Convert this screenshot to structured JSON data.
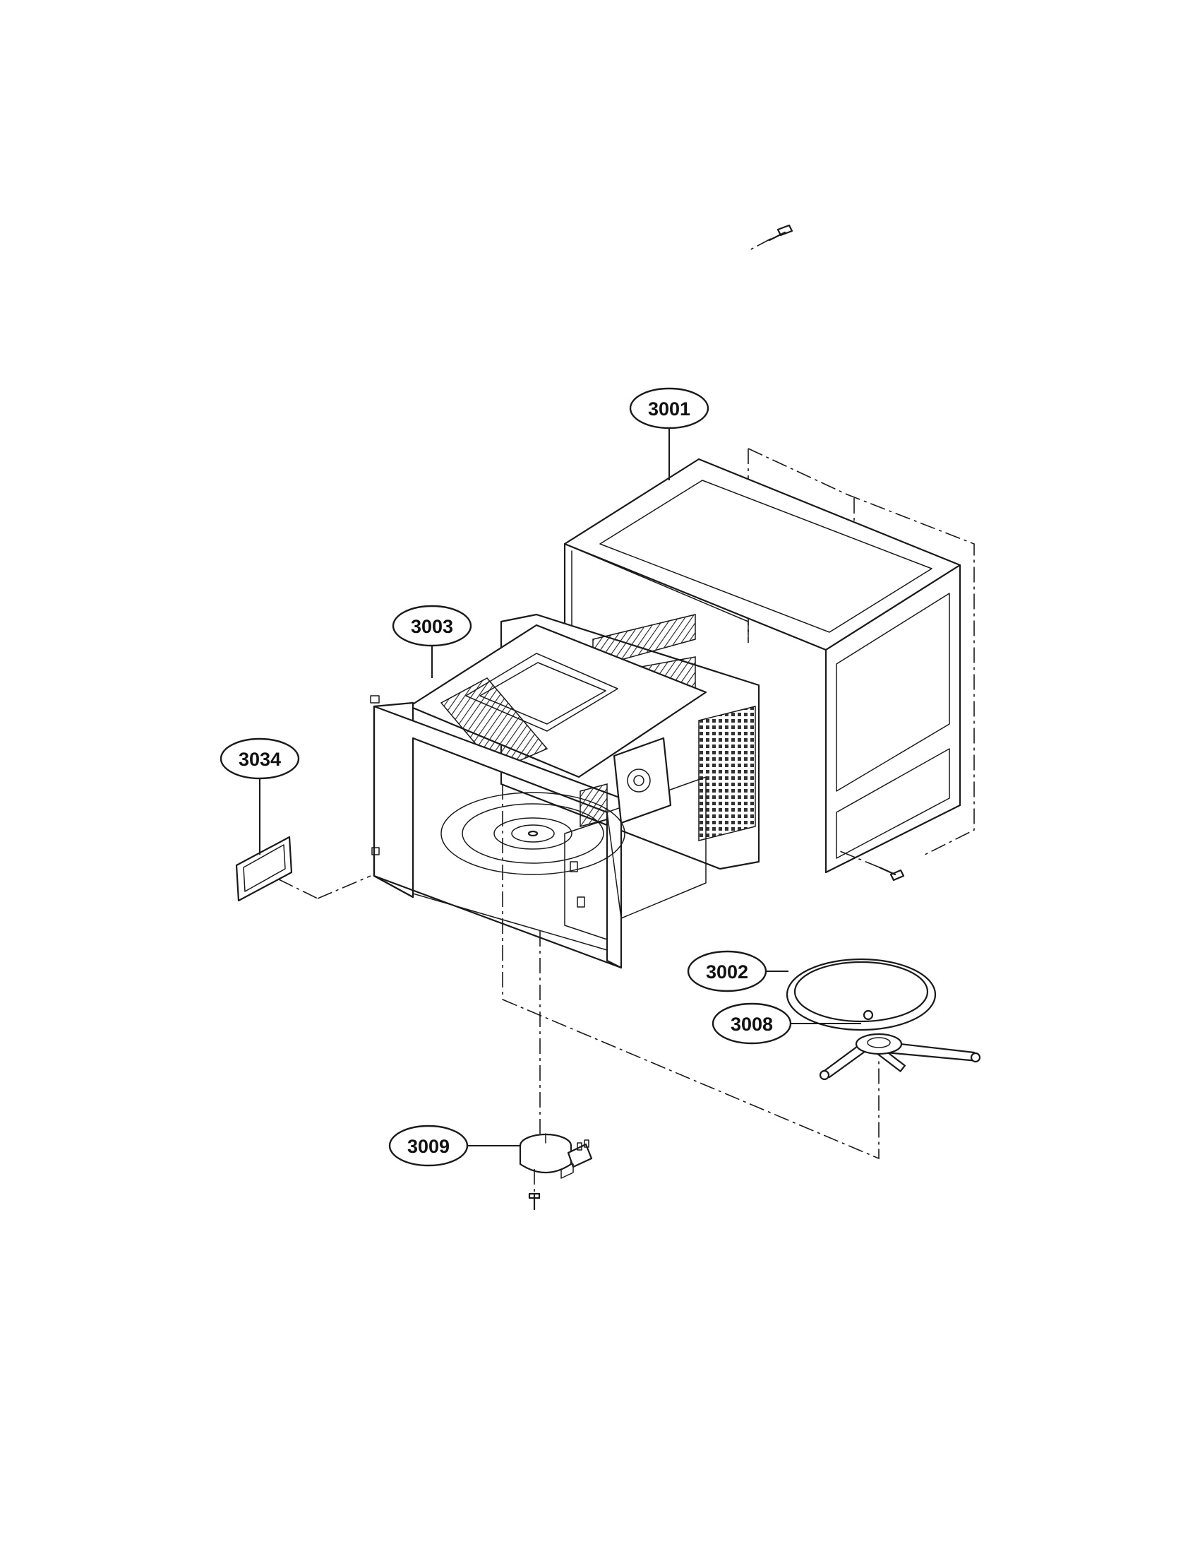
{
  "callouts": [
    {
      "id": "3001",
      "label": "3001",
      "part": "outer-case"
    },
    {
      "id": "3003",
      "label": "3003",
      "part": "cavity-frame"
    },
    {
      "id": "3034",
      "label": "3034",
      "part": "waveguide-cover"
    },
    {
      "id": "3002",
      "label": "3002",
      "part": "glass-tray"
    },
    {
      "id": "3008",
      "label": "3008",
      "part": "roller-guide"
    },
    {
      "id": "3009",
      "label": "3009",
      "part": "turntable-motor"
    }
  ]
}
